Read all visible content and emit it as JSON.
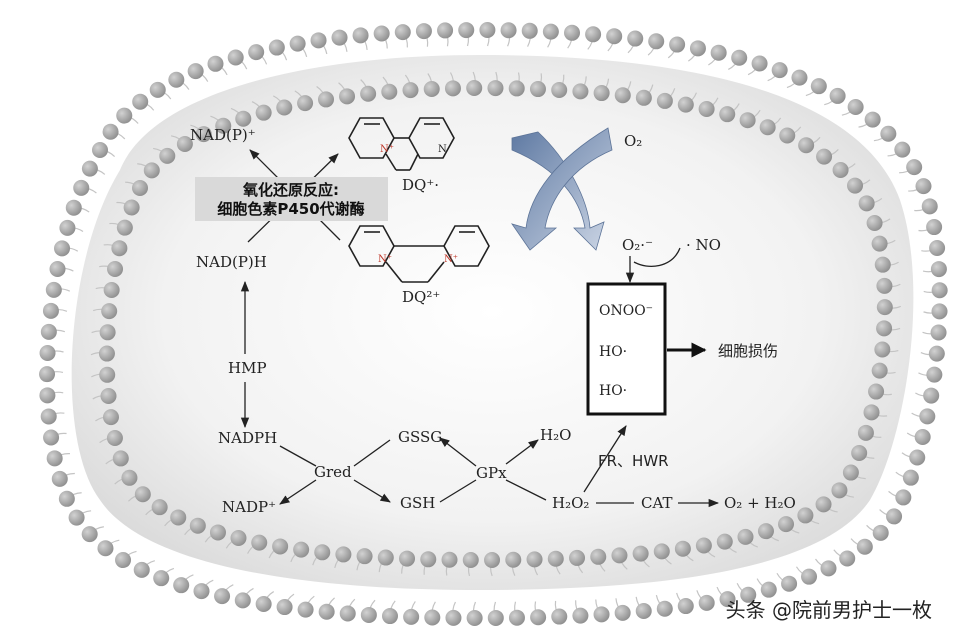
{
  "nodes": {
    "nadp_plus_top": "NAD(P)⁺",
    "nadph_left": "NAD(P)H",
    "hmp": "HMP",
    "nadph": "NADPH",
    "nadp_plus": "NADP⁺",
    "gred": "Gred",
    "gssg": "GSSG",
    "gsh": "GSH",
    "gpx": "GPx",
    "h2o": "H₂O",
    "h2o2": "H₂O₂",
    "cat": "CAT",
    "o2_h2o": "O₂ + H₂O",
    "fr_hwr": "FR、HWR",
    "o2": "O₂",
    "o2_radical": "O₂·⁻",
    "no": "· NO",
    "cell_damage": "细胞损伤"
  },
  "redox_box": {
    "line1": "氧化还原反应:",
    "line2": "细胞色素P450代谢酶"
  },
  "molecules": {
    "dq_radical_label": "DQ⁺·",
    "dq_cation_label": "DQ²⁺",
    "n_label": "N",
    "n_plus_label": "N⁺"
  },
  "ros_box": {
    "items": [
      "ONOO⁻",
      "HO·",
      "HO·"
    ]
  },
  "colors": {
    "membrane_head": "#9c9c9c",
    "membrane_tail": "#c4c4c4",
    "cell_interior": "#ececec",
    "redox_box_fill": "#d9d9d9",
    "curved_arrow": "#7d93b5"
  },
  "watermark": "头条 @院前男护士一枚"
}
